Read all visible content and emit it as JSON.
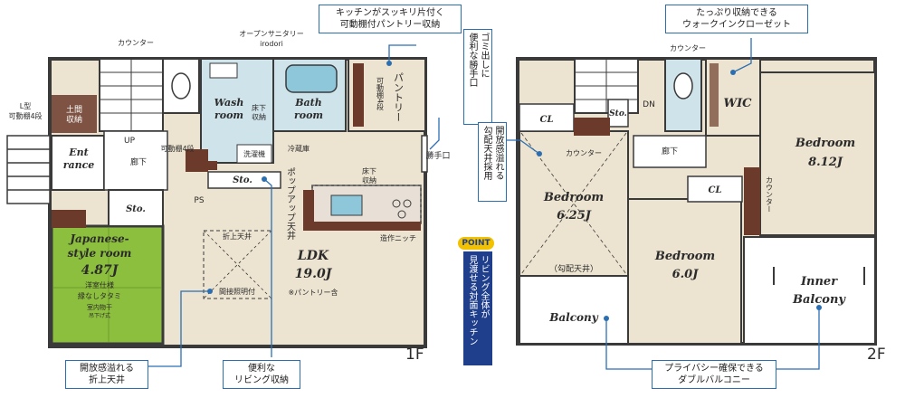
{
  "floor1": {
    "label": "1F",
    "rooms": {
      "ldk_name": "LDK",
      "ldk_size": "19.0J",
      "ldk_note": "※パントリー含",
      "japanese_name_1": "Japanese-",
      "japanese_name_2": "style room",
      "japanese_size": "4.87J",
      "japanese_note_1": "洋室仕様",
      "japanese_note_2": "縁なしタタミ",
      "japanese_note_3": "室内物干",
      "japanese_note_4": "吊下げ式",
      "entrance_1": "Ent",
      "entrance_2": "rance",
      "wash_1": "Wash",
      "wash_2": "room",
      "bath_1": "Bath",
      "bath_2": "room",
      "storage": "Sto.",
      "hall": "廊下",
      "doma": "土間\n収納",
      "pantry": "パントリー",
      "pantry_shelf": "可動棚4段",
      "fridge": "冷蔵庫",
      "washer": "洗濯機",
      "underfloor1": "床下\n収納",
      "underfloor2": "床下\n収納",
      "shelf4": "可動棚4段",
      "counter": "カウンター",
      "open_sanitary_1": "オープンサニタリー",
      "open_sanitary_2": "irodori",
      "ps": "PS",
      "up": "UP",
      "l_shelf_1": "L型",
      "l_shelf_2": "可動棚4段",
      "folded_ceiling": "折上天井",
      "indirect_light": "間接照明付",
      "popup_ceiling": "ポップアップ天井",
      "niche": "造作ニッチ",
      "service_door": "勝手口"
    },
    "callouts": {
      "kitchen": "キッチンがスッキリ片付く\n可動棚付パントリー収納",
      "garbage": "ゴミ出しに\n便利な勝手口",
      "ceiling": "開放感溢れる\n折上天井",
      "living_storage": "便利な\nリビング収納"
    }
  },
  "floor2": {
    "label": "2F",
    "rooms": {
      "bed1_name": "Bedroom",
      "bed1_size": "6.25J",
      "bed1_note": "（勾配天井）",
      "bed2_name": "Bedroom",
      "bed2_size": "6.0J",
      "bed3_name": "Bedroom",
      "bed3_size": "8.12J",
      "wic": "WIC",
      "cl1": "CL",
      "cl2": "CL",
      "balcony": "Balcony",
      "inner_balcony_1": "Inner",
      "inner_balcony_2": "Balcony",
      "storage": "Sto.",
      "hall": "廊下",
      "dn": "DN",
      "counter1": "カウンター",
      "counter2": "カウンター",
      "counter3": "カウンター"
    },
    "callouts": {
      "wic": "たっぷり収納できる\nウォークインクローゼット",
      "sloped": "開放感溢れる\n勾配天井採用",
      "balcony": "プライバシー確保できる\nダブルバルコニー"
    }
  },
  "point": {
    "badge": "POINT",
    "text": "リビング全体が\n見渡せる対面キッチン"
  },
  "colors": {
    "wall": "#3a3a3a",
    "floor": "#ece3d0",
    "wood": "#6b3a2a",
    "tatami": "#8dbf3f",
    "tile": "#cfe3ea",
    "callout_border": "#2b6fb3",
    "point_bg": "#1f3f8c"
  }
}
